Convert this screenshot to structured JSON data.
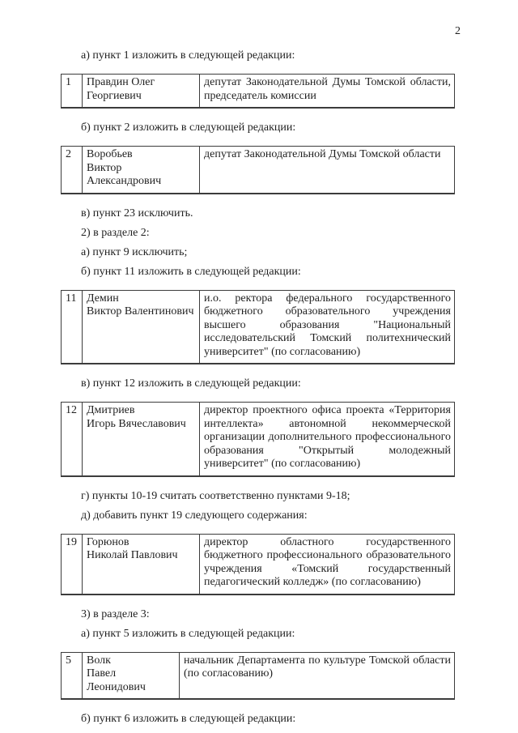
{
  "page_number": "2",
  "paragraphs": {
    "p1": "а) пункт 1 изложить в следующей редакции:",
    "p2": "б) пункт 2 изложить в следующей редакции:",
    "p3": "в) пункт 23 исключить.",
    "p4": "2) в разделе 2:",
    "p5": "а) пункт 9 исключить;",
    "p6": "б) пункт 11 изложить в следующей редакции:",
    "p7": "в) пункт 12 изложить в следующей редакции:",
    "p8": "г) пункты 10-19 считать соответственно пунктами 9-18;",
    "p9": "д) добавить пункт 19 следующего содержания:",
    "p10": "3) в разделе 3:",
    "p11": "а) пункт 5 изложить в следующей редакции:",
    "p12": "б) пункт 6 изложить в следующей редакции:"
  },
  "tables": {
    "t1": {
      "num": "1",
      "name": "Правдин Олег\nГеоргиевич",
      "position": "депутат Законодательной Думы Томской области, председатель комиссии"
    },
    "t2": {
      "num": "2",
      "name": "Воробьев\nВиктор Александрович",
      "position": "депутат Законодательной Думы Томской области"
    },
    "t11": {
      "num": "11",
      "name": "Демин\nВиктор Валентинович",
      "position": "и.о. ректора федерального государственного бюджетного образовательного учреждения высшего образования \"Национальный исследовательский Томский политехнический университет\" (по согласованию)"
    },
    "t12": {
      "num": "12",
      "name": "Дмитриев\nИгорь Вячеславович",
      "position": "директор проектного офиса проекта «Территория интеллекта» автономной некоммерческой организации дополнительного профессионального образования \"Открытый молодежный университет\" (по согласованию)"
    },
    "t19": {
      "num": "19",
      "name": "Горюнов\nНиколай Павлович",
      "position": "директор областного государственного бюджетного профессионального образовательного учреждения «Томский государственный педагогический колледж» (по согласованию)"
    },
    "t5": {
      "num": "5",
      "name": "Волк\nПавел Леонидович",
      "position": "начальник Департамента по культуре Томской области (по согласованию)"
    }
  }
}
